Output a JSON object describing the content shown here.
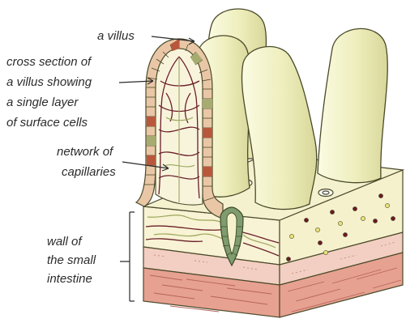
{
  "labels": {
    "villus": "a villus",
    "cross_section": [
      "cross section of",
      "a villus showing",
      "a single layer",
      "of surface cells"
    ],
    "capillaries": [
      "network of",
      "capillaries"
    ],
    "wall": [
      "wall of",
      "the small",
      "intestine"
    ]
  },
  "colors": {
    "villus_fill": "#efefbf",
    "villus_stroke": "#4a4a2a",
    "top_surface": "#f4f1cf",
    "cell_light": "#e9c7a6",
    "cell_dark": "#b9573c",
    "cell_green": "#a6ac70",
    "capillary": "#6b1f2a",
    "lacteal_green": "#7f9c6e",
    "submucosa": "#f3d0c3",
    "muscle": "#e8a89a",
    "muscle_deep": "#d98a7b",
    "dot_dark": "#6a1a28",
    "dot_yellow": "#e9e27a"
  }
}
